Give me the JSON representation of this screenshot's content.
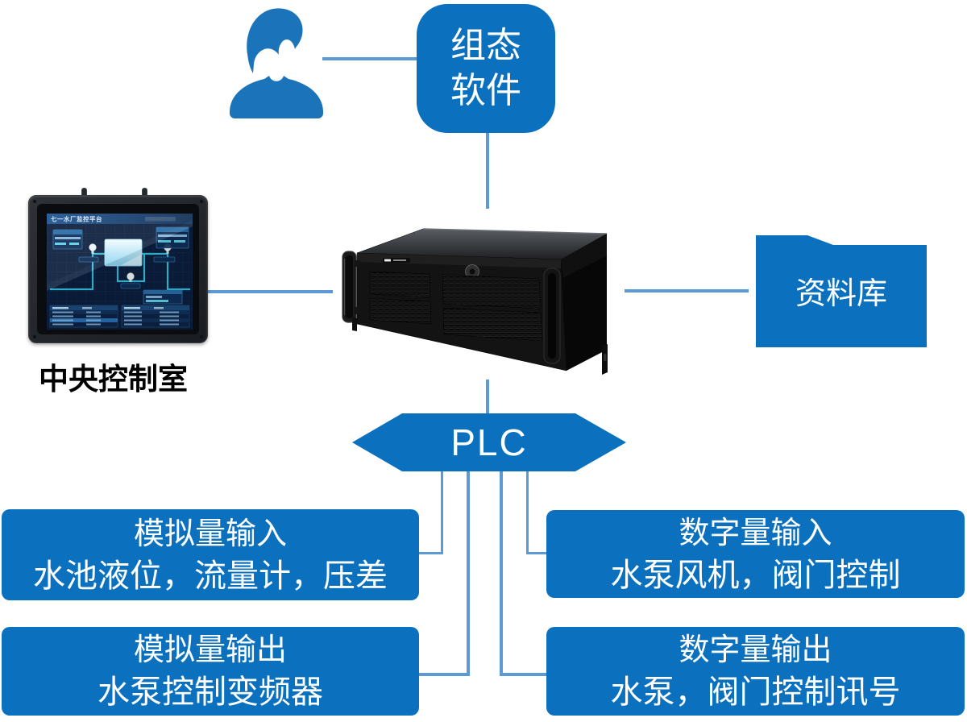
{
  "colors": {
    "node_blue": "#0b71bf",
    "person_blue": "#1b74ba",
    "connector_blue": "#5d9ad4",
    "node_text": "#ffffff",
    "room_label_text": "#000000",
    "hmi_background": "#0c1f3e",
    "hmi_pipe_cyan": "#35bede"
  },
  "nodes": {
    "operator": {
      "icon": "person-icon"
    },
    "config_software": {
      "line1": "组态",
      "line2": "软件"
    },
    "control_room": {
      "label": "中央控制室",
      "screen_title": "七一水厂监控平台",
      "image": "touch-panel-monitor"
    },
    "industrial_pc": {
      "image": "rackmount-server-photo"
    },
    "database": {
      "label": "资料库"
    },
    "plc": {
      "label": "PLC"
    },
    "io_boxes": [
      {
        "title": "模拟量输入",
        "detail": "水池液位，流量计，压差"
      },
      {
        "title": "数字量输入",
        "detail": "水泵风机，阀门控制"
      },
      {
        "title": "模拟量输出",
        "detail": "水泵控制变频器"
      },
      {
        "title": "数字量输出",
        "detail": "水泵，阀门控制讯号"
      }
    ]
  },
  "connections": [
    {
      "from": "operator",
      "to": "config_software"
    },
    {
      "from": "config_software",
      "to": "industrial_pc"
    },
    {
      "from": "control_room",
      "to": "industrial_pc"
    },
    {
      "from": "industrial_pc",
      "to": "database"
    },
    {
      "from": "industrial_pc",
      "to": "plc"
    },
    {
      "from": "plc",
      "to": "io_boxes.0"
    },
    {
      "from": "plc",
      "to": "io_boxes.1"
    },
    {
      "from": "plc",
      "to": "io_boxes.2"
    },
    {
      "from": "plc",
      "to": "io_boxes.3"
    }
  ]
}
